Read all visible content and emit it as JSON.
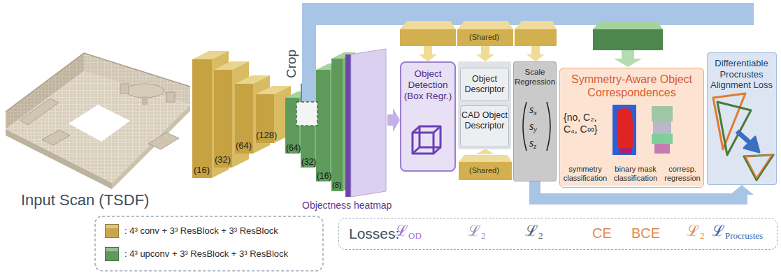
{
  "diagram": {
    "nodes": [
      {
        "text": [
          "Object Detection (Box Regr.)"
        ]
      },
      {
        "text": [
          "Object Descriptor"
        ]
      },
      {
        "text": [
          "CAD Object Descriptor"
        ]
      },
      {
        "text": [
          "Scale Regression",
          "s",
          "x",
          "s",
          "y",
          "s",
          "z"
        ]
      },
      {
        "text": [
          "Symmetry-Aware Object Correspondences",
          "{no, C₂, C₄, C∞}",
          "symmetry classification",
          "binary mask classification",
          "corresp. regression"
        ]
      },
      {
        "text": [
          "Differentiable Procrustes Alignment Loss"
        ]
      },
      {
        "text": [
          "Losses:",
          "ℒ",
          "OD",
          "ℒ",
          "2",
          "ℒ",
          "2",
          "CE",
          "BCE",
          "ℒ",
          "2",
          "ℒ",
          "Procrustes"
        ]
      }
    ],
    "edges": [
      {
        "from": 3,
        "to": 5,
        "arrow": "to"
      }
    ],
    "labels": [
      "Input Scan (TSDF)",
      "(16)",
      "(32)",
      "(64)",
      "(128)",
      "(64)",
      "(32)",
      "(16)",
      "(8)",
      "Crop",
      "Objectness heatmap",
      "(Shared)",
      "(Shared)"
    ],
    "legend": [
      {
        "text": ": 4³ conv + 3³ ResBlock + 3³ ResBlock",
        "color": "#c9a64c"
      },
      {
        "text": ": 4³ upconv + 3³ ResBlock + 3³ ResBlock",
        "color": "#5e9a5c"
      }
    ]
  }
}
